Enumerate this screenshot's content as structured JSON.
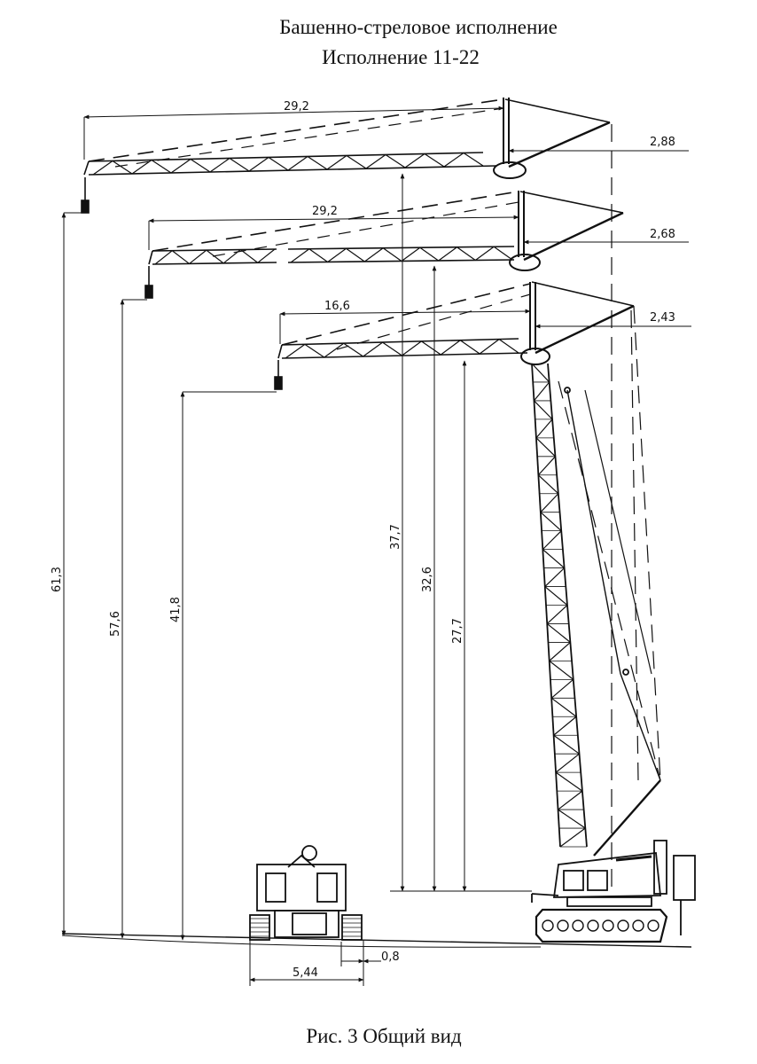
{
  "title_line1": "Башенно-стреловое исполнение",
  "title_line2": "Исполнение 11-22",
  "caption": "Рис. 3  Общий вид",
  "dimensions": {
    "boom_top": "29,2",
    "boom_mid": "29,2",
    "boom_low": "16,6",
    "jib_offset_top": "2,88",
    "jib_offset_mid": "2,68",
    "jib_offset_low": "2,43",
    "hook_height_top": "61,3",
    "hook_height_mid": "57,6",
    "hook_height_low": "41,8",
    "pivot_height_top": "37,7",
    "pivot_height_mid": "32,6",
    "pivot_height_low": "27,7",
    "track_width": "5,44",
    "track_offset": "0,8"
  }
}
